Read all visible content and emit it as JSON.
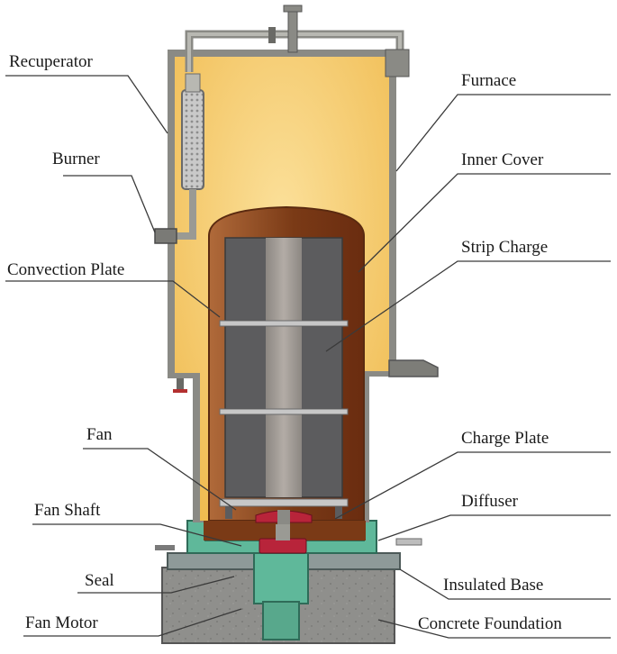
{
  "labels": {
    "recuperator": "Recuperator",
    "burner": "Burner",
    "convection_plate": "Convection Plate",
    "fan": "Fan",
    "fan_shaft": "Fan Shaft",
    "seal": "Seal",
    "fan_motor": "Fan Motor",
    "furnace": "Furnace",
    "inner_cover": "Inner Cover",
    "strip_charge": "Strip Charge",
    "charge_plate": "Charge Plate",
    "diffuser": "Diffuser",
    "insulated_base": "Insulated Base",
    "concrete_foundation": "Concrete Foundation"
  },
  "colors": {
    "furnace_fill": "#f3c25a",
    "furnace_wall": "#8a8a85",
    "inner_cover": "#7a3a16",
    "strip_dark": "#5c5c5e",
    "strip_light": "#9a9590",
    "base_green": "#5fb89a",
    "insulated_base": "#8e9a99",
    "concrete": "#8d8d8a",
    "fan_red": "#b8243a"
  }
}
